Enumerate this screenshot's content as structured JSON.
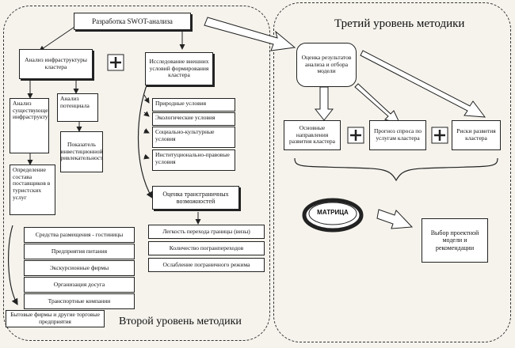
{
  "headings": {
    "level2": "Второй уровень методики",
    "level3": "Третий уровень методики"
  },
  "level2": {
    "swot": "Разработка SWOT-анализа",
    "infra": "Анализ инфраструктуры кластера",
    "external": "Исследование внешних условий формирования кластера",
    "existing": "Анализ существующей инфраструктуры",
    "potential": "Анализ потенциала",
    "investment": "Показатель инвестиционной привлекательности",
    "suppliers": "Определение состава поставщиков в туристских услуг",
    "conditions": [
      "Природные условия",
      "Экологические условия",
      "Социально-культурные условия",
      "Институционально-правовые условия"
    ],
    "crossborder": "Оценка трансграничных возможностей",
    "border_items": [
      "Легкость перехода границы (визы)",
      "Количество погранпереходов",
      "Ослабление пограничного режима"
    ],
    "supplier_list": [
      "Средства размещения - гостиницы",
      "Предприятия питания",
      "Экскурсионные фирмы",
      "Организация досуга",
      "Транспортные компании",
      "Бытовые фирмы и другие торговые предприятия"
    ]
  },
  "level3": {
    "evaluation": "Оценка результатов анализа и отбора модели",
    "directions": "Основные направления развития кластера",
    "forecast": "Прогноз спроса по услугам кластера",
    "risks": "Риски развития кластера",
    "matrix": "МАТРИЦА",
    "choice": "Выбор проектной модели и рекомендации"
  }
}
